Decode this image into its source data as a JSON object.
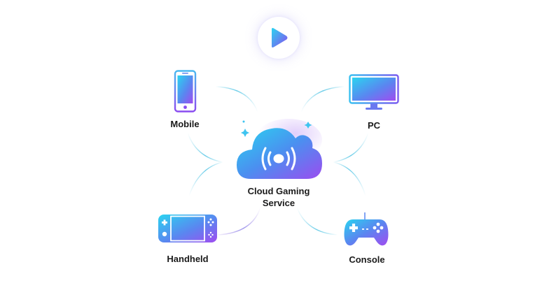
{
  "diagram": {
    "center": {
      "label_line1": "Cloud Gaming",
      "label_line2": "Service",
      "icon": "cloud-broadcast-icon"
    },
    "top_icon": "play-icon",
    "devices": [
      {
        "id": "mobile",
        "label": "Mobile",
        "icon": "smartphone-icon"
      },
      {
        "id": "pc",
        "label": "PC",
        "icon": "monitor-icon"
      },
      {
        "id": "handheld",
        "label": "Handheld",
        "icon": "handheld-console-icon"
      },
      {
        "id": "console",
        "label": "Console",
        "icon": "gamepad-icon"
      }
    ],
    "colors": {
      "gradient_start": "#2ad4f0",
      "gradient_mid": "#4b8ff0",
      "gradient_end": "#9b4cf0",
      "connector": "#5cc8e6",
      "text": "#1a1a1a"
    }
  }
}
